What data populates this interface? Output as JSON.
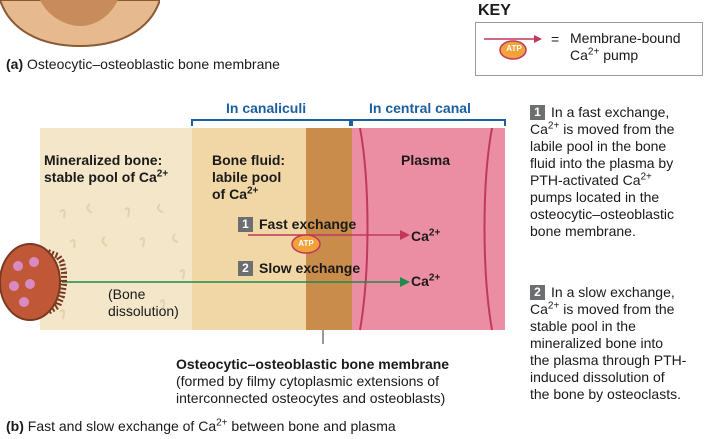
{
  "panel_a": {
    "letter": "(a)",
    "caption": "Osteocytic–osteoblastic bone membrane"
  },
  "key": {
    "title": "KEY",
    "atp_label": "ATP",
    "equals": "=",
    "desc_line1": "Membrane-bound",
    "desc_line2_pre": "Ca",
    "desc_line2_sup": "2+",
    "desc_line2_post": " pump"
  },
  "brackets": {
    "canaliculi": "In canaliculi",
    "central_canal": "In central canal"
  },
  "regions": {
    "mineral_line1": "Mineralized bone:",
    "mineral_line2_pre": "stable pool of Ca",
    "mineral_line2_sup": "2+",
    "fluid_line1": "Bone fluid:",
    "fluid_line2": "labile pool",
    "fluid_line3_pre": "of Ca",
    "fluid_line3_sup": "2+",
    "plasma": "Plasma"
  },
  "exchange": {
    "fast_num": "1",
    "fast_label": "Fast exchange",
    "slow_num": "2",
    "slow_label": "Slow exchange",
    "atp": "ATP",
    "ca_pre": "Ca",
    "ca_sup": "2+"
  },
  "dissolution": {
    "line1": "(Bone",
    "line2": "dissolution)"
  },
  "membrane_caption": {
    "title": "Osteocytic–osteoblastic bone membrane",
    "line1": "(formed by filmy cytoplasmic extensions of",
    "line2": "interconnected osteocytes and osteoblasts)"
  },
  "side_notes": {
    "note1": {
      "num": "1",
      "l1": "In a fast exchange,",
      "l2_pre": "Ca",
      "l2_sup": "2+",
      "l2_post": " is moved from the",
      "l3": "labile pool in the bone",
      "l4": "fluid into the plasma by",
      "l5_pre": "PTH-activated Ca",
      "l5_sup": "2+",
      "l6": "pumps located in the",
      "l7": "osteocytic–osteoblastic",
      "l8": "bone membrane."
    },
    "note2": {
      "num": "2",
      "l1": "In a slow exchange,",
      "l2_pre": "Ca",
      "l2_sup": "2+",
      "l2_post": " is moved from the",
      "l3": "stable pool in the",
      "l4": "mineralized bone into",
      "l5": "the plasma through PTH-",
      "l6": "induced dissolution of",
      "l7": "the bone by osteoclasts."
    }
  },
  "panel_b": {
    "letter": "(b)",
    "caption_pre": "Fast and slow exchange of Ca",
    "caption_sup": "2+",
    "caption_post": " between bone and plasma"
  },
  "colors": {
    "bone": "#f3e6c9",
    "bone_fluid": "#f0d7a5",
    "membrane": "#c98c4a",
    "plasma": "#ec8ea3",
    "bracket_blue": "#1b5fa0",
    "fast_arrow": "#c0395a",
    "slow_arrow": "#1f8a4c"
  }
}
